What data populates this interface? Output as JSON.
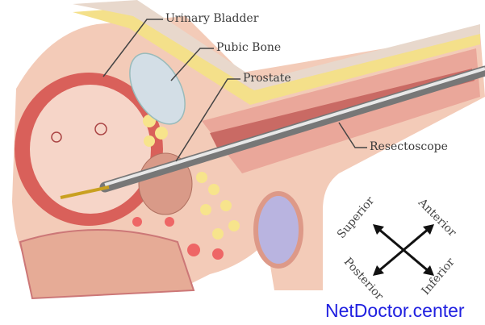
{
  "labels": {
    "urinary_bladder": "Urinary Bladder",
    "pubic_bone": "Pubic Bone",
    "prostate": "Prostate",
    "resectoscope": "Resectoscope"
  },
  "orientation": {
    "superior": "Superior",
    "anterior": "Anterior",
    "posterior": "Posterior",
    "inferior": "Inferior"
  },
  "watermark": "NetDoctor.center",
  "colors": {
    "watermark": "#2020e0",
    "tissue": "#f0c4b0",
    "muscle": "#d9605a",
    "fat": "#f4e08a",
    "bone": "#cfdbe3"
  }
}
